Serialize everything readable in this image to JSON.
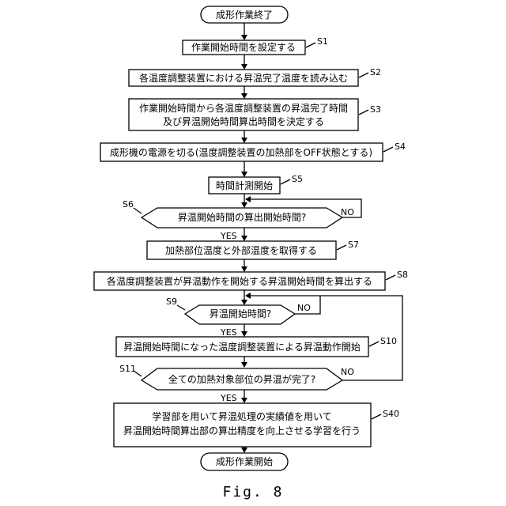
{
  "flowchart": {
    "start": "成形作業終了",
    "s1": {
      "label": "S1",
      "text": "作業開始時間を設定する"
    },
    "s2": {
      "label": "S2",
      "text": "各温度調整装置における昇温完了温度を読み込む"
    },
    "s3": {
      "label": "S3",
      "text_line1": "作業開始時間から各温度調整装置の昇温完了時間",
      "text_line2": "及び昇温開始時間算出時間を決定する"
    },
    "s4": {
      "label": "S4",
      "text": "成形機の電源を切る(温度調整装置の加熱部をOFF状態とする)"
    },
    "s5": {
      "label": "S5",
      "text": "時間計測開始"
    },
    "s6": {
      "label": "S6",
      "text": "昇温開始時間の算出開始時間?",
      "no": "NO",
      "yes": "YES"
    },
    "s7": {
      "label": "S7",
      "text": "加熱部位温度と外部温度を取得する"
    },
    "s8": {
      "label": "S8",
      "text": "各温度調整装置が昇温動作を開始する昇温開始時間を算出する"
    },
    "s9": {
      "label": "S9",
      "text": "昇温開始時間?",
      "no": "NO",
      "yes": "YES"
    },
    "s10": {
      "label": "S10",
      "text": "昇温開始時間になった温度調整装置による昇温動作開始"
    },
    "s11": {
      "label": "S11",
      "text": "全ての加熱対象部位の昇温が完了?",
      "no": "NO",
      "yes": "YES"
    },
    "s40": {
      "label": "S40",
      "text_line1": "学習部を用いて昇温処理の実績値を用いて",
      "text_line2": "昇温開始時間算出部の算出精度を向上させる学習を行う"
    },
    "end": "成形作業開始"
  },
  "caption": "Fig. 8"
}
